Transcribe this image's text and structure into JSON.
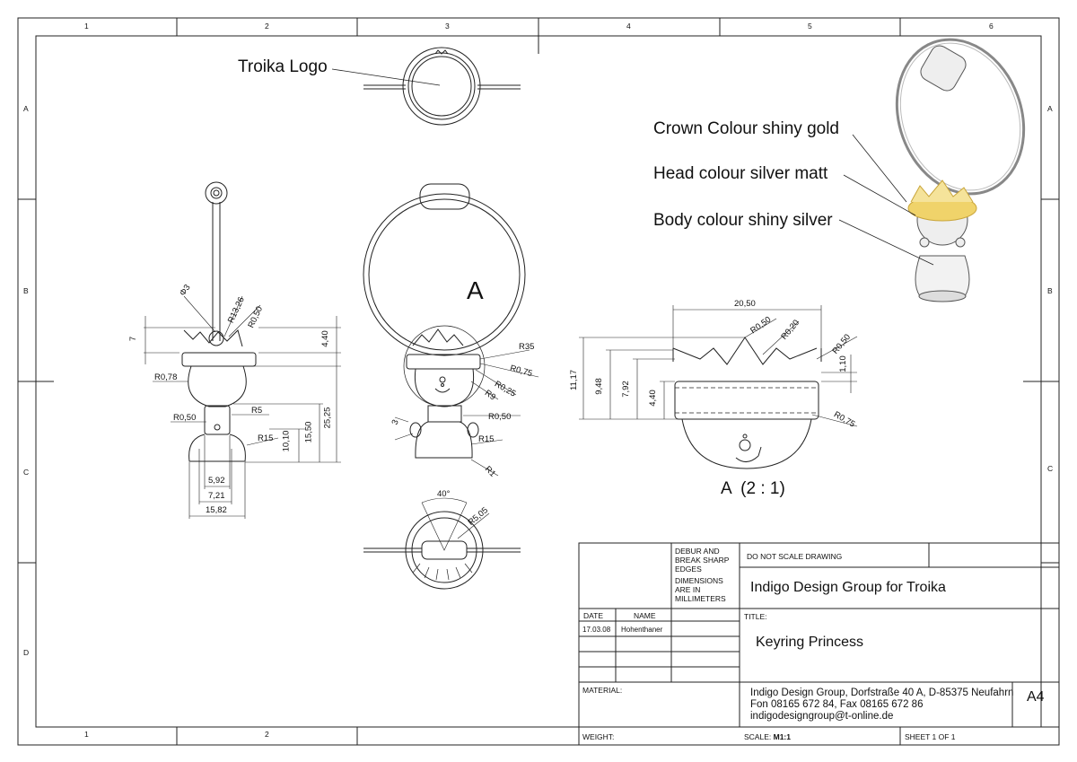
{
  "zones": {
    "cols": [
      "1",
      "2",
      "3",
      "4",
      "5",
      "6"
    ],
    "cols_bottom": [
      "1",
      "2"
    ],
    "rows": [
      "A",
      "B",
      "C",
      "D"
    ]
  },
  "callouts": {
    "logo": "Troika Logo",
    "crown": "Crown Colour shiny gold",
    "head": "Head colour silver matt",
    "body": "Body colour shiny silver"
  },
  "side_view": {
    "dims": [
      "Φ3",
      "R13,26",
      "R0,50",
      "7",
      "4,40",
      "R0,78",
      "R0,50",
      "R5",
      "R15",
      "10,10",
      "15,50",
      "25,25",
      "5,92",
      "7,21",
      "15,82"
    ]
  },
  "front_view": {
    "label": "A",
    "dims": [
      "R35",
      "R0,75",
      "R0,25",
      "R9",
      "R0,50",
      "R15",
      "R1",
      "3"
    ]
  },
  "bottom_view": {
    "dims": [
      "40°",
      "R5,05"
    ]
  },
  "detail_view": {
    "label": "A  (2 : 1)",
    "dims": [
      "20,50",
      "R0,50",
      "R0,20",
      "R0,50",
      "1,10",
      "11,17",
      "9,48",
      "7,92",
      "4,40",
      "R0,75"
    ]
  },
  "title_block": {
    "debur": "DEBUR AND BREAK SHARP EDGES",
    "dimensions": "DIMENSIONS ARE IN MILLIMETERS",
    "do_not_scale": "DO NOT SCALE DRAWING",
    "company_title": "Indigo Design Group for Troika",
    "date_label": "DATE",
    "name_label": "NAME",
    "date_value": "17.03.08",
    "name_value": "Hohenthaner",
    "title_label": "TITLE:",
    "title_value": "Keyring Princess",
    "material_label": "MATERIAL:",
    "address": "Indigo Design Group, Dorfstraße 40 A, D-85375 Neufahrn",
    "phone": "Fon 08165 672 84, Fax 08165 672 86",
    "email": "indigodesigngroup@t-online.de",
    "size": "A4",
    "weight_label": "WEIGHT:",
    "scale_label": "SCALE:",
    "scale_value": "M1:1",
    "sheet": "SHEET 1 OF 1"
  },
  "colors": {
    "line": "#222222",
    "gold": "#f0d36a",
    "gold_dark": "#c9a53a",
    "grey": "#cccccc"
  }
}
